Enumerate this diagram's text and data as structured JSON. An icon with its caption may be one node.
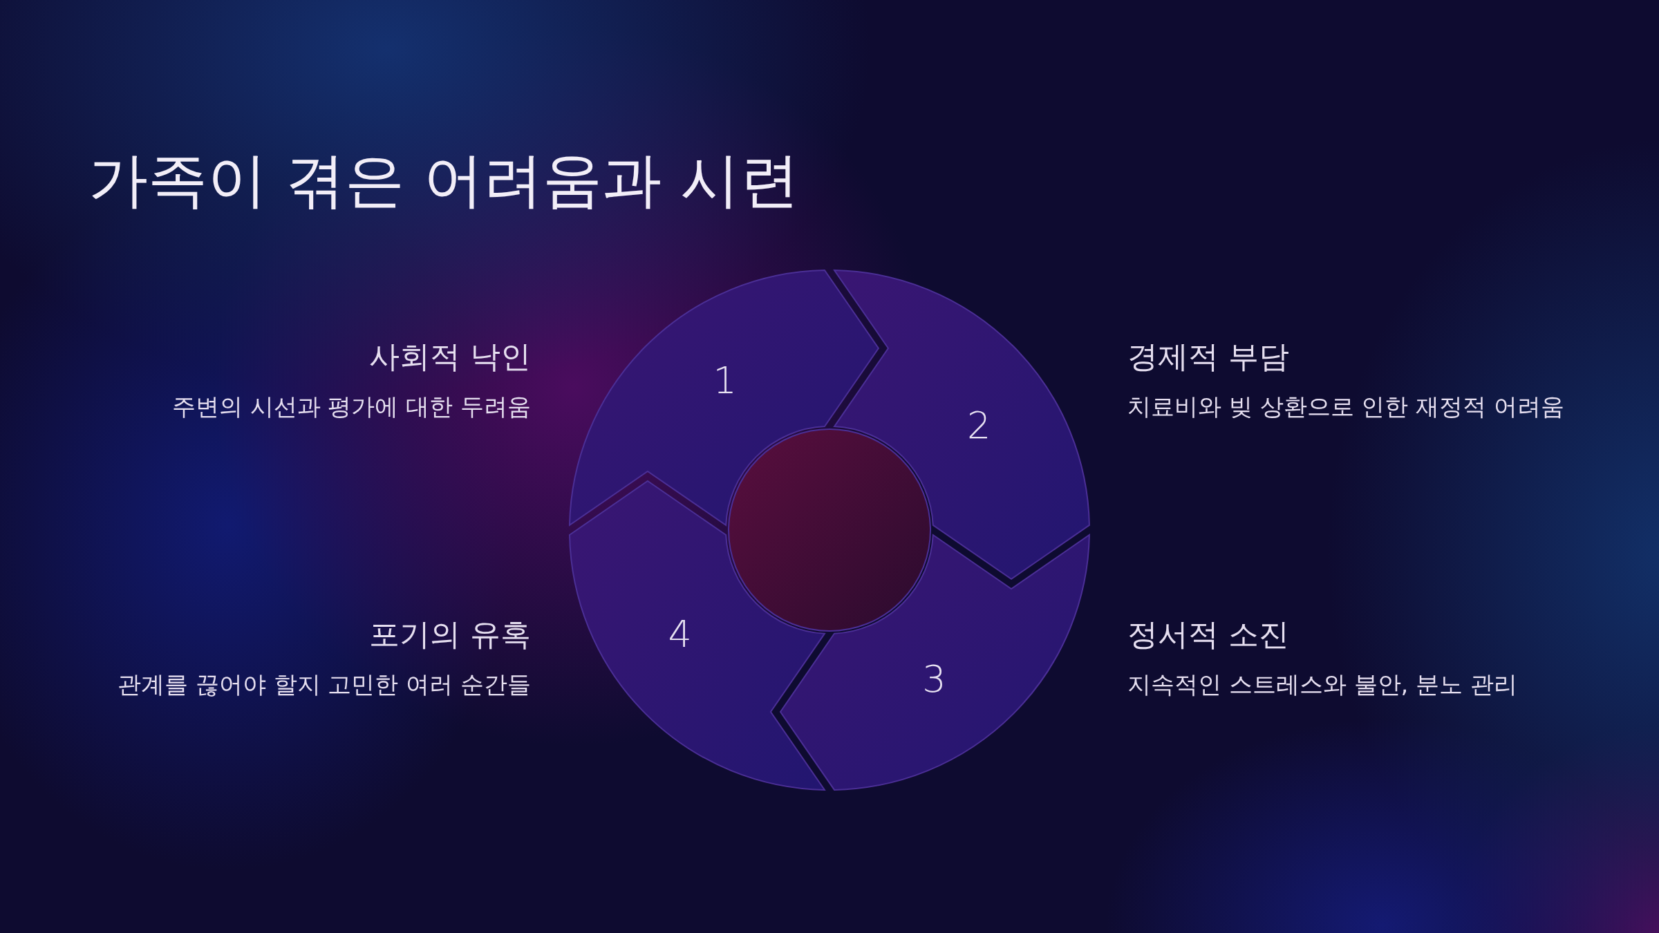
{
  "diagram": {
    "title": "가족이 겪은 어려움과 시련",
    "nodes": [
      {
        "text": [
          "1"
        ],
        "beside": [
          "사회적 낙인",
          "주변의 시선과 평가에 대한 두려움"
        ]
      },
      {
        "text": [
          "2"
        ],
        "beside": [
          "경제적 부담",
          "치료비와 빚 상환으로 인한 재정적 어려움"
        ]
      },
      {
        "text": [
          "3"
        ],
        "beside": [
          "정서적 소진",
          "지속적인 스트레스와 불안, 분노 관리"
        ]
      },
      {
        "text": [
          "4"
        ],
        "beside": [
          "포기의 유혹",
          "관계를 끊어야 할지 고민한 여러 순간들"
        ]
      },
      {
        "text": [],
        "shape": "circle"
      }
    ],
    "edges": []
  }
}
